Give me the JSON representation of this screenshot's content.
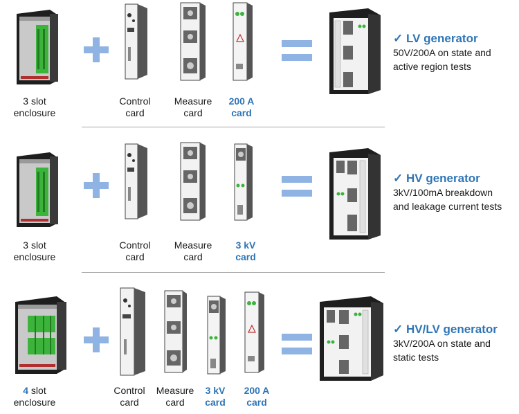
{
  "rows": [
    {
      "parts": [
        {
          "line1": "3 slot",
          "line2": "enclosure",
          "highlight": ""
        },
        {
          "line1": "Control",
          "line2": "card",
          "highlight": ""
        },
        {
          "line1": "Measure",
          "line2": "card",
          "highlight": ""
        },
        {
          "line1": "200 A",
          "line2": "card",
          "highlight": "both"
        }
      ],
      "result": {
        "check": "✓",
        "title": "LV generator",
        "desc1": "50V/200A on state and",
        "desc2": "active region tests"
      }
    },
    {
      "parts": [
        {
          "line1": "3 slot",
          "line2": "enclosure",
          "highlight": ""
        },
        {
          "line1": "Control",
          "line2": "card",
          "highlight": ""
        },
        {
          "line1": "Measure",
          "line2": "card",
          "highlight": ""
        },
        {
          "line1": "3 kV",
          "line2": "card",
          "highlight": "both"
        }
      ],
      "result": {
        "check": "✓",
        "title": "HV generator",
        "desc1": "3kV/100mA breakdown",
        "desc2": "and leakage current tests"
      }
    },
    {
      "parts": [
        {
          "line1": "4",
          "line1b": " slot",
          "line2": "enclosure",
          "highlight": "first-word"
        },
        {
          "line1": "Control",
          "line2": "card",
          "highlight": ""
        },
        {
          "line1": "Measure",
          "line2": "card",
          "highlight": ""
        },
        {
          "line1": "3 kV",
          "line2": "card",
          "highlight": "both"
        },
        {
          "line1": "200 A",
          "line2": "card",
          "highlight": "both"
        }
      ],
      "result": {
        "check": "✓",
        "title": "HV/LV generator",
        "desc1": "3kV/200A on state and",
        "desc2": "static tests"
      }
    }
  ],
  "colors": {
    "accent": "#2e75b6",
    "symbol": "#8fb4e3",
    "slot_green": "#3cb43c",
    "enclosure_dark": "#1e1e1e"
  },
  "icons": [
    "enclosure-icon",
    "control-card-icon",
    "measure-card-icon",
    "200a-card-icon",
    "3kv-card-icon",
    "generator-assembly-icon",
    "plus-icon",
    "equals-icon"
  ]
}
